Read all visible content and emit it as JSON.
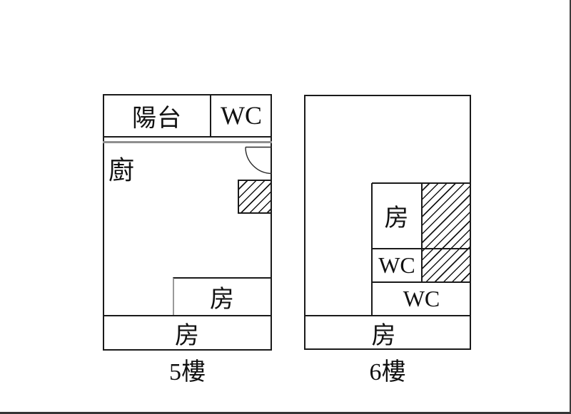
{
  "figure": {
    "type": "floor-plan",
    "description": "Two stacked-floor apartment floor plans"
  },
  "plans": {
    "floor5": {
      "label": "5樓",
      "balcony": "陽台",
      "wc": "WC",
      "kitchen": "廚",
      "room_mid": "房",
      "room_bottom": "房"
    },
    "floor6": {
      "label": "6樓",
      "room_upper": "房",
      "wc_upper": "WC",
      "wc_lower": "WC",
      "room_bottom": "房"
    }
  },
  "colors": {
    "background": "#ffffff",
    "wall_line": "#1a1a1a",
    "thick_wall": "#8f8f8f",
    "hatch_line": "#161616",
    "page_edge": "#3d3d3d",
    "text": "#111111"
  }
}
